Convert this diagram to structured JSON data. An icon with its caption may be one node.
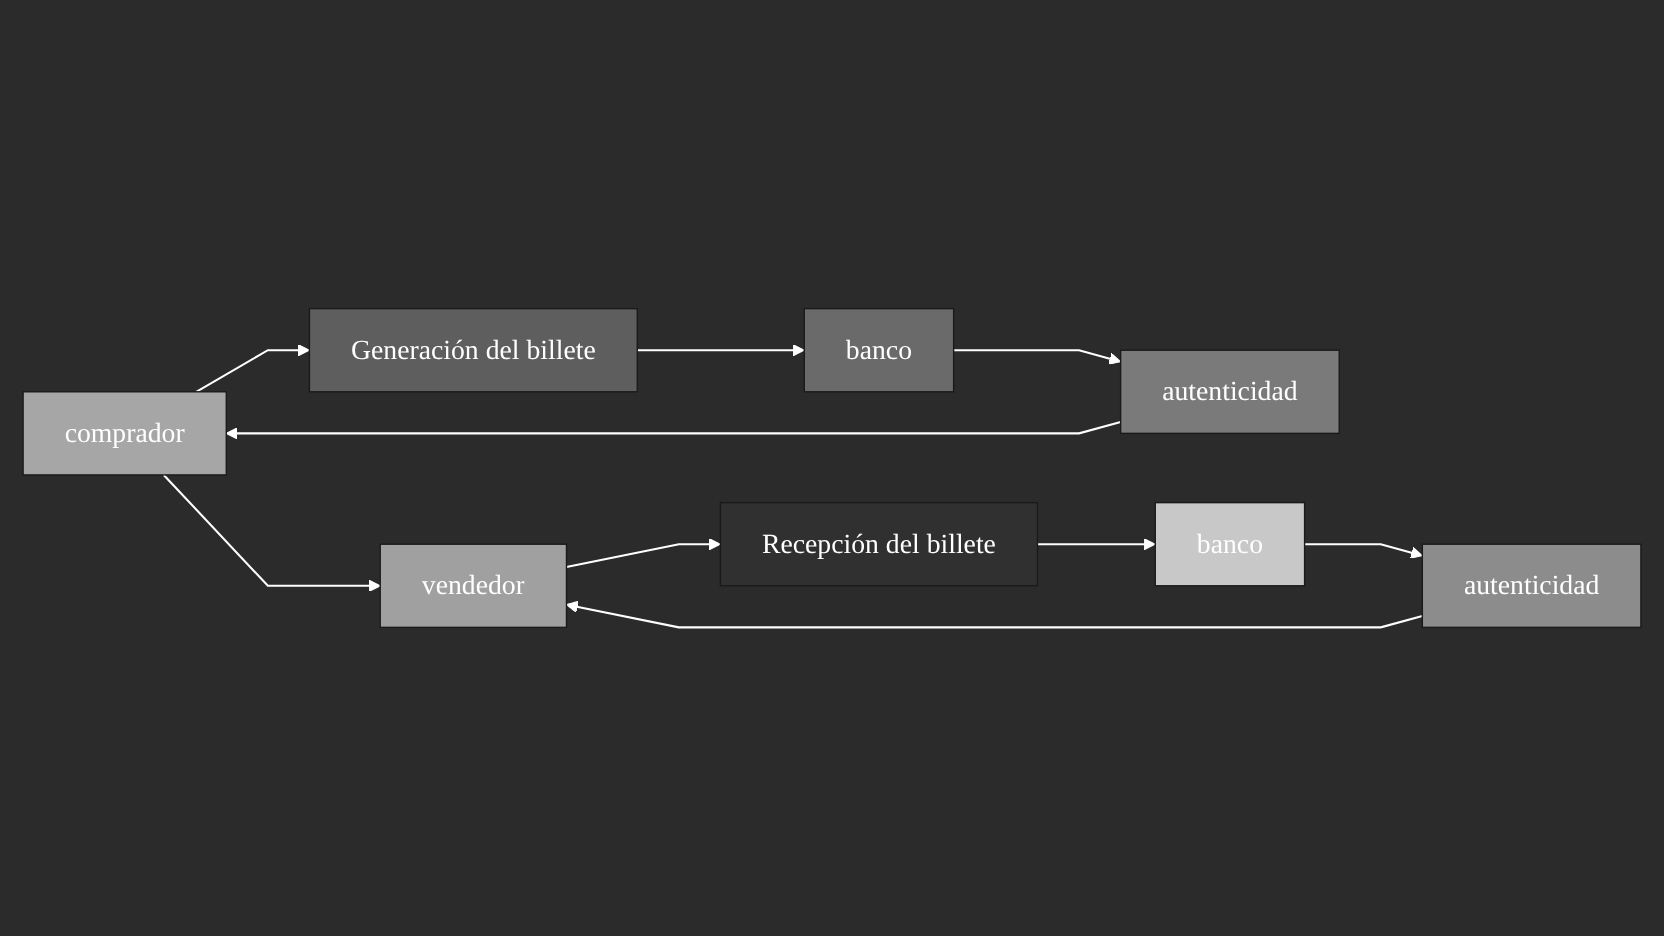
{
  "diagram": {
    "nodes": [
      {
        "text": [
          "comprador"
        ]
      },
      {
        "text": [
          "Generación del billete"
        ]
      },
      {
        "text": [
          "banco"
        ]
      },
      {
        "text": [
          "autenticidad"
        ]
      },
      {
        "text": [
          "vendedor"
        ]
      },
      {
        "text": [
          "Recepción del billete"
        ]
      },
      {
        "text": [
          "banco"
        ]
      },
      {
        "text": [
          "autenticidad"
        ]
      }
    ],
    "edges": [
      {
        "from": 0,
        "to": 1,
        "arrow": "to"
      },
      {
        "from": 1,
        "to": 2,
        "arrow": "to"
      },
      {
        "from": 2,
        "to": 3,
        "arrow": "to"
      },
      {
        "from": 3,
        "to": 0,
        "arrow": "to"
      },
      {
        "from": 0,
        "to": 4,
        "arrow": "to"
      },
      {
        "from": 4,
        "to": 5,
        "arrow": "to"
      },
      {
        "from": 5,
        "to": 6,
        "arrow": "to"
      },
      {
        "from": 6,
        "to": 7,
        "arrow": "to"
      },
      {
        "from": 7,
        "to": 4,
        "arrow": "to"
      }
    ]
  }
}
